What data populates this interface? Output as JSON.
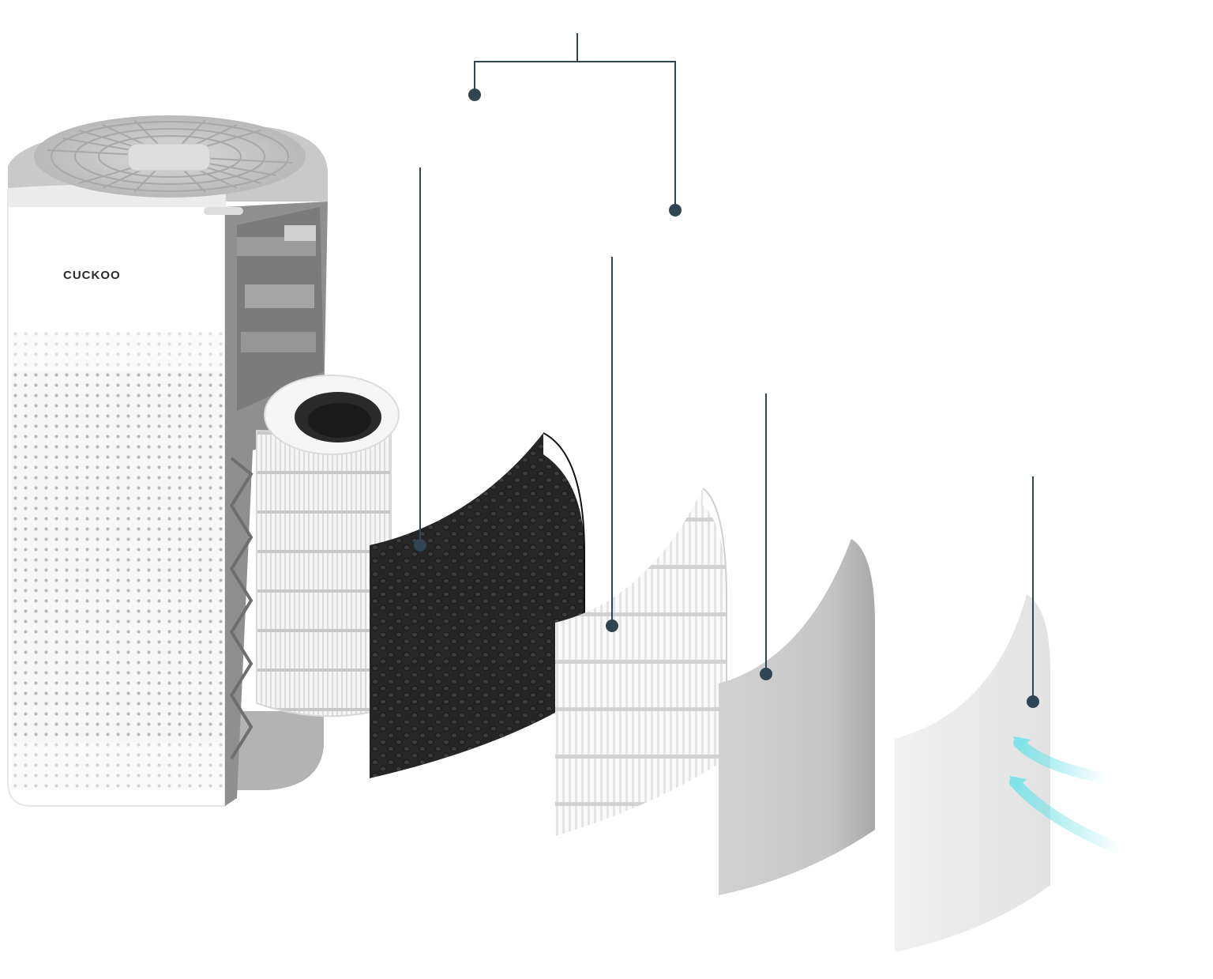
{
  "product": {
    "brand_label": "CUCKOO"
  },
  "colors": {
    "leader_line": "#2f4552",
    "dot": "#2f4552",
    "carbon_filter": "#232323",
    "airflow_arrow": "#7fe3e8"
  },
  "callouts": [
    {
      "id": "carbon",
      "step": "",
      "title": "",
      "body": ""
    },
    {
      "id": "hepa",
      "step": "",
      "title": "",
      "body": ""
    },
    {
      "id": "medium",
      "step": "",
      "title": "",
      "body": ""
    },
    {
      "id": "pre",
      "step": "",
      "title": "",
      "body": ""
    }
  ]
}
